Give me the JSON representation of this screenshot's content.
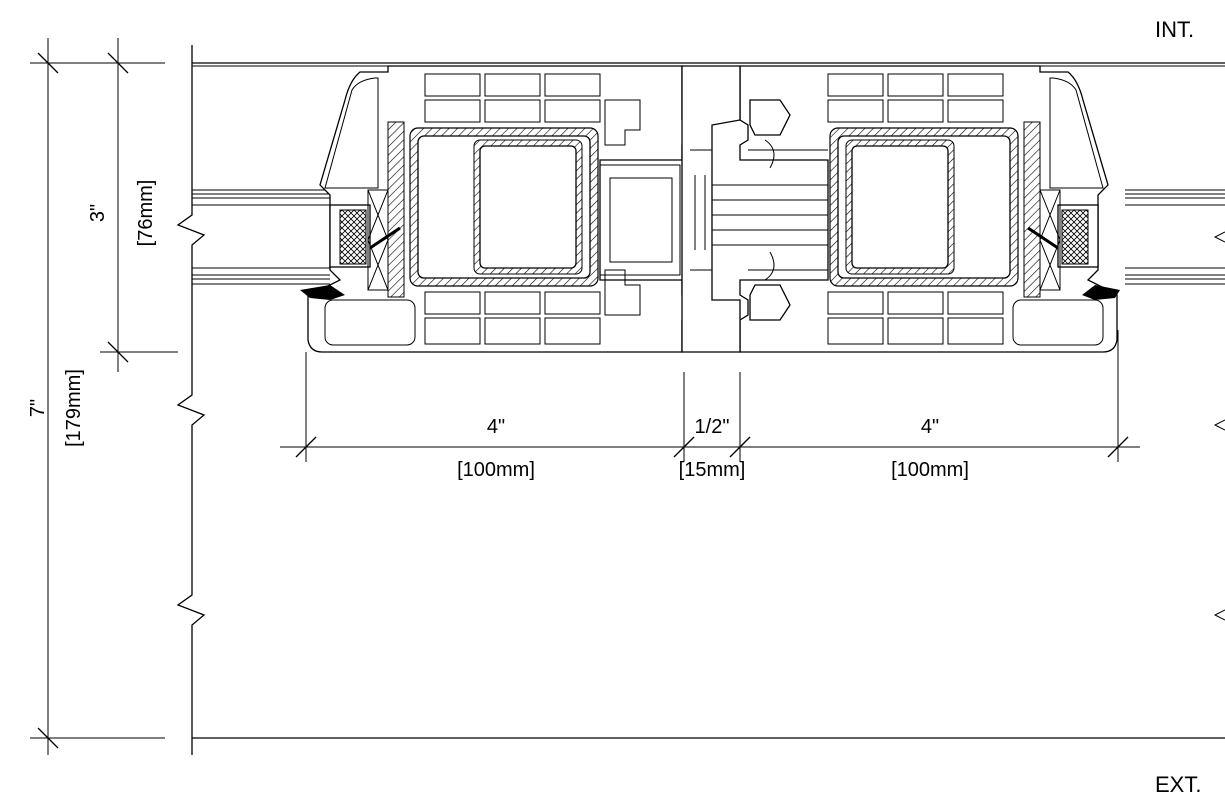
{
  "labels": {
    "interior": "INT.",
    "exterior": "EXT."
  },
  "dimensions": {
    "overall_height_in": "7\"",
    "overall_height_mm": "[179mm]",
    "frame_depth_in": "3\"",
    "frame_depth_mm": "[76mm]",
    "left_width_in": "4\"",
    "left_width_mm": "[100mm]",
    "gap_width_in": "1/2\"",
    "gap_width_mm": "[15mm]",
    "right_width_in": "4\"",
    "right_width_mm": "[100mm]"
  }
}
